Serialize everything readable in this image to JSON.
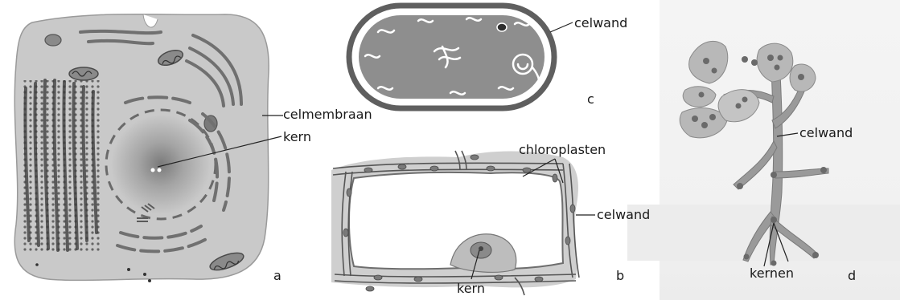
{
  "labels": {
    "celmembraan": "celmembraan",
    "kern_a": "kern",
    "celwand_c": "celwand",
    "chloroplasten": "chloroplasten",
    "celwand_b": "celwand",
    "kern_b": "kern",
    "celwand_d": "celwand",
    "kernen": "kernen"
  },
  "panel_letters": {
    "a": "a",
    "b": "b",
    "c": "c",
    "d": "d"
  },
  "colors": {
    "cytoplasm": "#c9c9c9",
    "organelle": "#7d7d7d",
    "dark": "#4a4a4a",
    "cellwall": "#8a8a8a"
  }
}
